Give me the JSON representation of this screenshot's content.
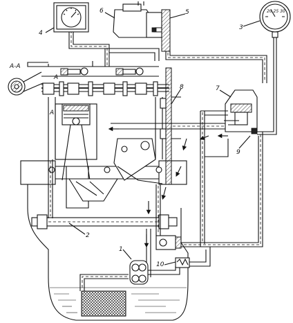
{
  "section_label": "A-A",
  "callouts": {
    "c1": "1",
    "c2": "2",
    "c3": "3",
    "c4": "4",
    "c5": "5",
    "c6": "6",
    "c7": "7",
    "c8": "8",
    "c9": "9",
    "c10": "10"
  },
  "section_marks": {
    "a_top": "A",
    "a_bottom": "A"
  },
  "gauge_scale_text": "20 25 30"
}
